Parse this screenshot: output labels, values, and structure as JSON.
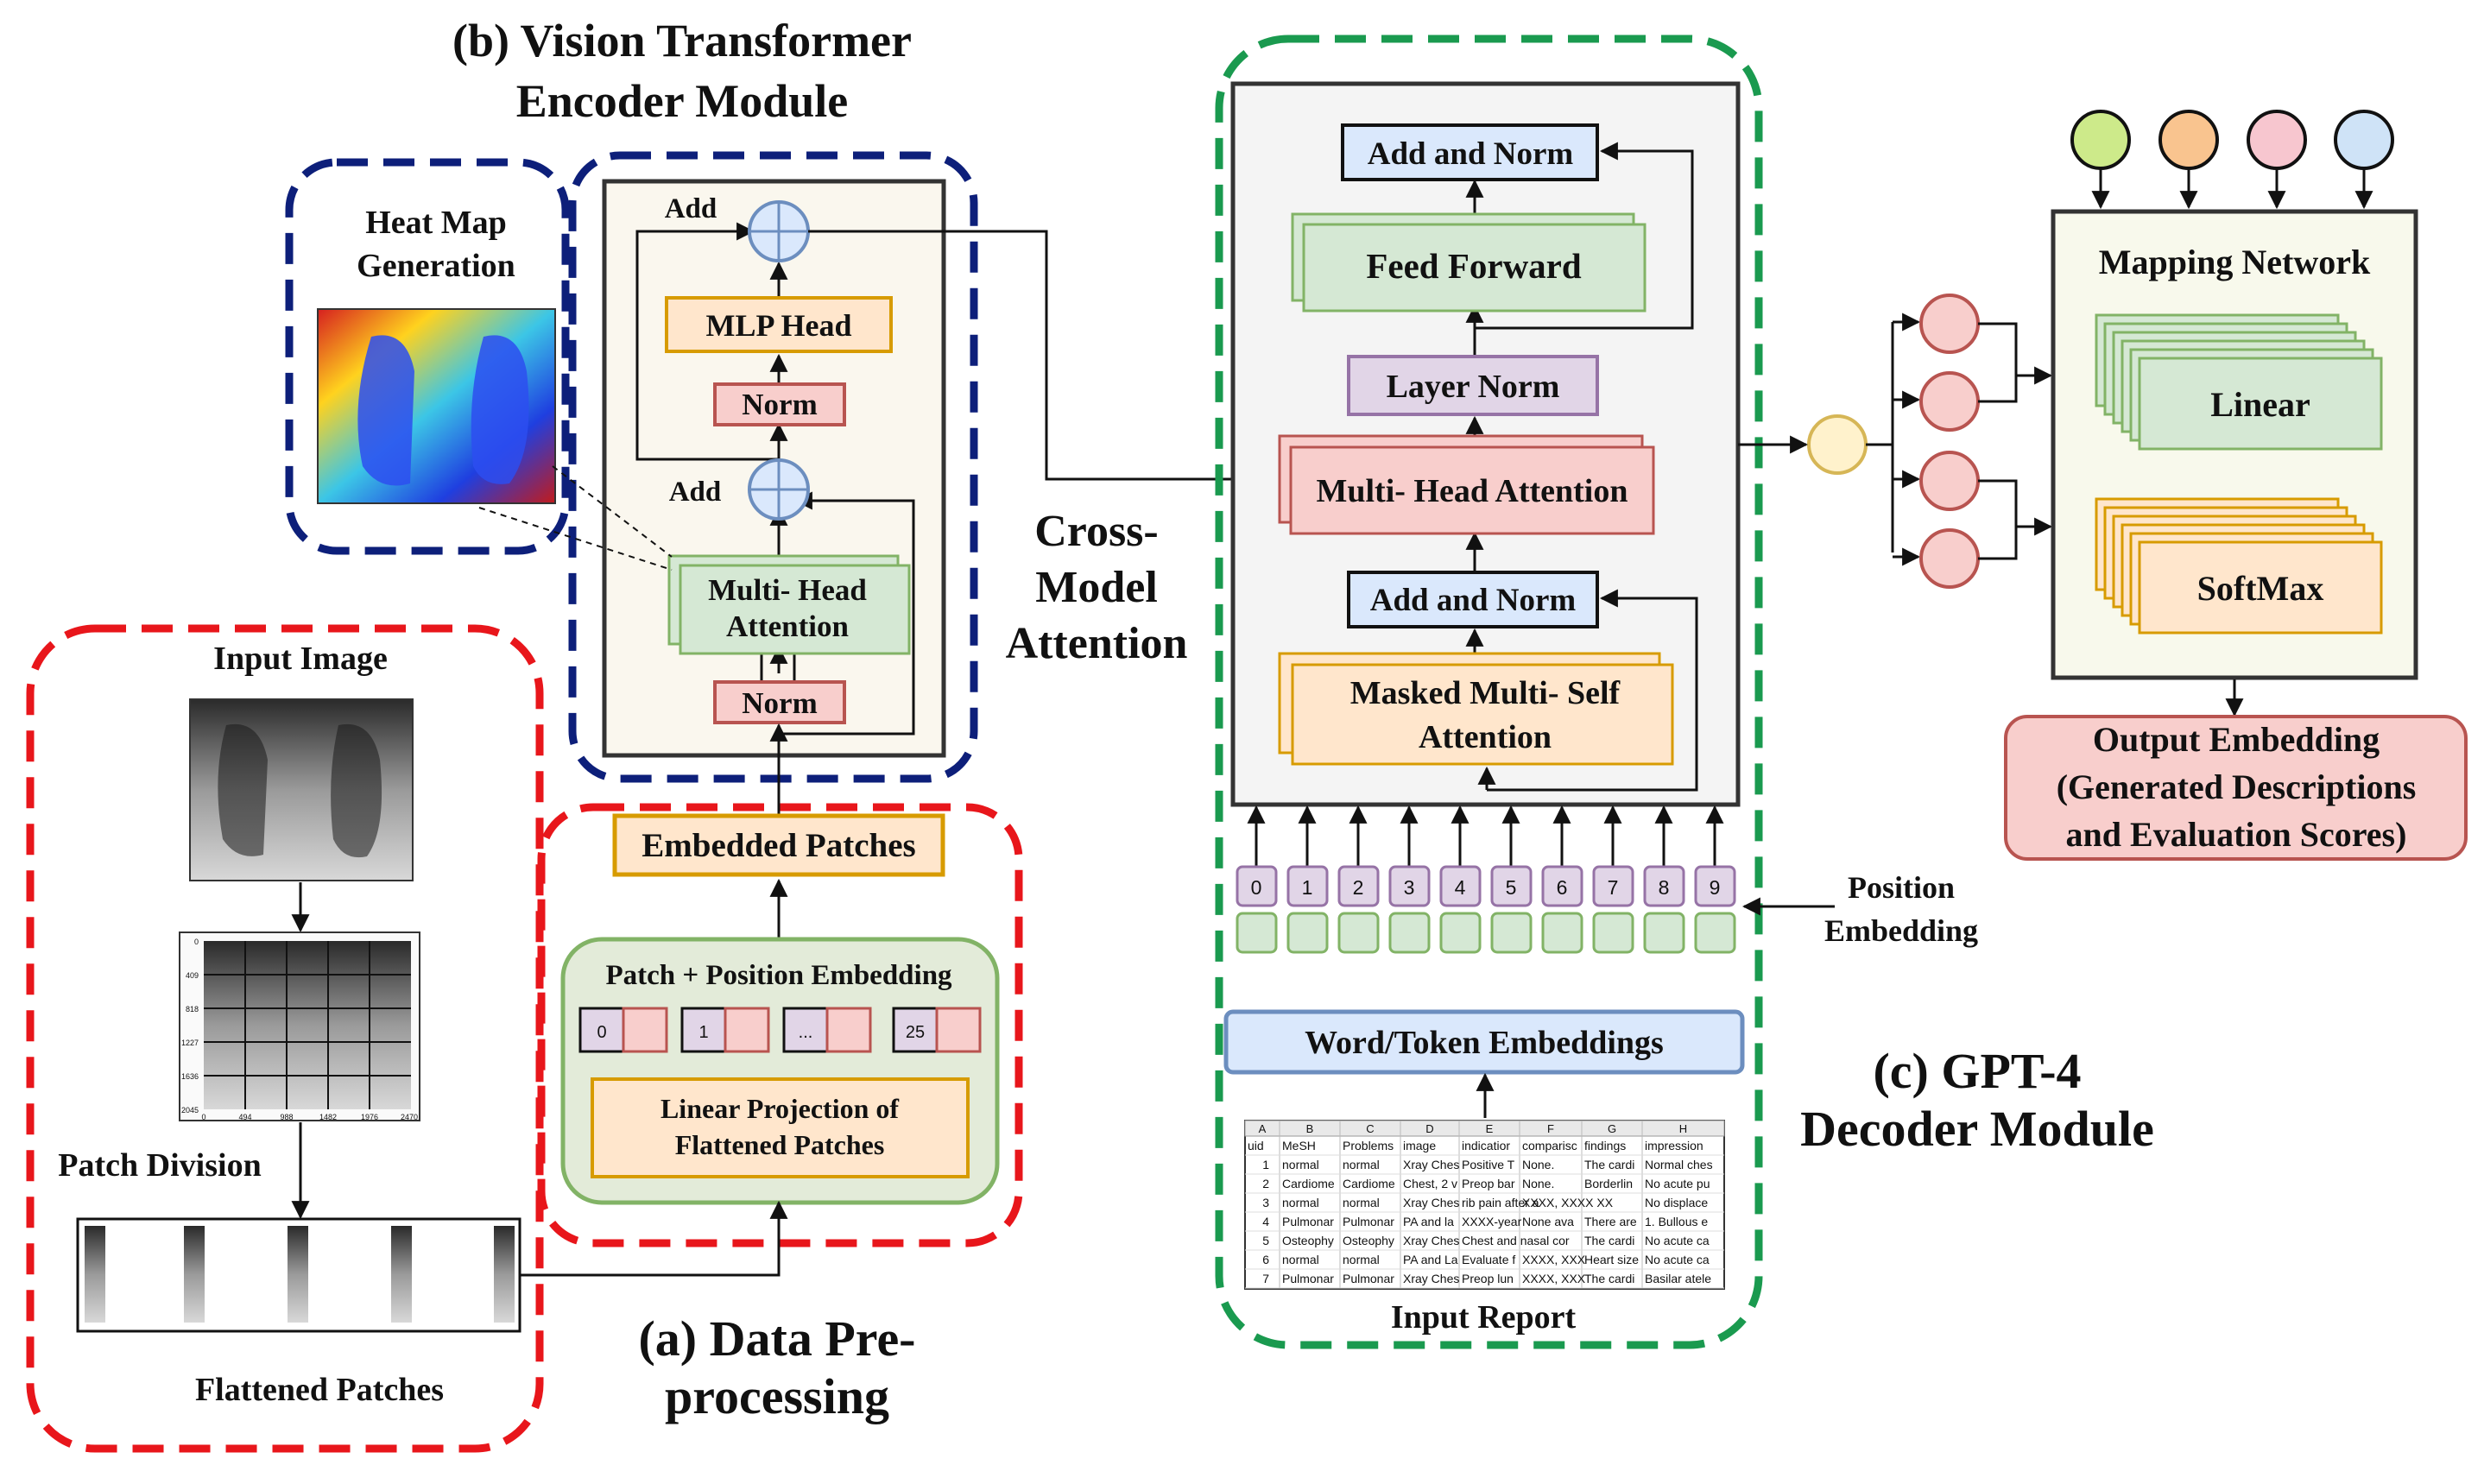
{
  "sections": {
    "vit_title": [
      "(b) Vision Transformer",
      "Encoder Module"
    ],
    "preproc_title": [
      "(a) Data Pre-",
      "processing"
    ],
    "gpt_title": [
      "(c) GPT-4",
      "Decoder Module"
    ],
    "cross_attention": [
      "Cross-",
      "Model",
      "Attention"
    ]
  },
  "heatmap": {
    "title": [
      "Heat Map",
      "Generation"
    ]
  },
  "preprocessing": {
    "input_image": "Input Image",
    "patch_division": "Patch Division",
    "flattened_patches": "Flattened Patches",
    "grid_axis_x": [
      "0",
      "494",
      "988",
      "1482",
      "1976",
      "2470"
    ],
    "grid_axis_y": [
      "0",
      "409",
      "818",
      "1227",
      "1636",
      "2045"
    ]
  },
  "vit": {
    "add_top": "Add",
    "add_bottom": "Add",
    "mlp_head": "MLP Head",
    "norm_top": "Norm",
    "mha": [
      "Multi- Head",
      "Attention"
    ],
    "norm_bottom": "Norm",
    "embedded_patches": "Embedded Patches",
    "patch_pos_title": "Patch + Position Embedding",
    "patch_tokens": [
      "0",
      "1",
      "...",
      "25"
    ],
    "linear_projection": [
      "Linear Projection of",
      "Flattened Patches"
    ]
  },
  "decoder": {
    "add_norm_top": "Add and Norm",
    "feed_forward": "Feed Forward",
    "layer_norm": "Layer Norm",
    "mha": "Multi- Head Attention",
    "add_norm_bottom": "Add and Norm",
    "masked": [
      "Masked Multi- Self",
      "Attention"
    ],
    "positions": [
      "0",
      "1",
      "2",
      "3",
      "4",
      "5",
      "6",
      "7",
      "8",
      "9"
    ],
    "position_embedding": [
      "Position",
      "Embedding"
    ],
    "word_token": "Word/Token Embeddings",
    "input_report": "Input Report"
  },
  "report_table": {
    "col_letters": [
      "A",
      "B",
      "C",
      "D",
      "E",
      "F",
      "G",
      "H"
    ],
    "rows": [
      [
        "uid",
        "MeSH",
        "Problems",
        "image",
        "indicatior",
        "comparisc",
        "findings",
        "impression"
      ],
      [
        "1",
        "normal",
        "normal",
        "Xray Ches",
        "Positive T",
        "None.",
        "The cardi",
        "Normal ches"
      ],
      [
        "2",
        "Cardiome",
        "Cardiome",
        "Chest, 2 v",
        "Preop bar",
        "None.",
        "Borderlin",
        "No acute pu"
      ],
      [
        "3",
        "normal",
        "normal",
        "Xray Ches",
        "rib pain after a",
        "XXXX, XXXX XX",
        "",
        "No displace"
      ],
      [
        "4",
        "Pulmonar",
        "Pulmonar",
        "PA and la",
        "XXXX-year",
        "None ava",
        "There are",
        "1. Bullous e"
      ],
      [
        "5",
        "Osteophy",
        "Osteophy",
        "Xray Ches",
        "Chest and nasal cor",
        "",
        "The cardi",
        "No acute ca"
      ],
      [
        "6",
        "normal",
        "normal",
        "PA and La",
        "Evaluate f",
        "XXXX, XXX",
        "Heart size",
        "No acute ca"
      ],
      [
        "7",
        "Pulmonar",
        "Pulmonar",
        "Xray Ches",
        "Preop lun",
        "XXXX, XXX",
        "The cardi",
        "Basilar atele"
      ]
    ]
  },
  "mapping": {
    "title": "Mapping Network",
    "linear": "Linear",
    "softmax": "SoftMax",
    "output": [
      "Output Embedding",
      "(Generated Descriptions",
      "and Evaluation Scores)"
    ],
    "top_circle_colors": [
      "#cdea8a",
      "#f9c48f",
      "#f7c6cf",
      "#cfe3f7"
    ]
  },
  "colors": {
    "red_dash": "#e8161b",
    "navy_dash": "#0d1f7a",
    "green_dash": "#1a9a4f",
    "norm_fill": "#f8cecc",
    "norm_stroke": "#b85450",
    "green_fill": "#d5e8d4",
    "green_stroke": "#82b366",
    "orange_fill": "#ffe6cc",
    "orange_stroke": "#d79b00",
    "blue_fill": "#dae8fc",
    "blue_stroke": "#6c8ebf",
    "purple_fill": "#e1d5e7",
    "purple_stroke": "#9673a6"
  }
}
